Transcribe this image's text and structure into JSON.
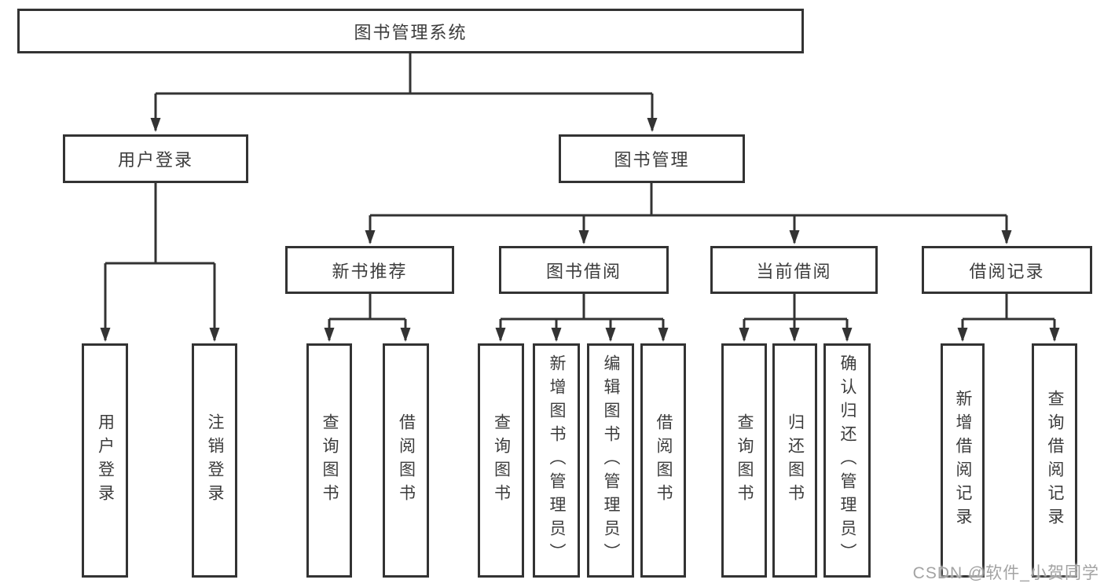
{
  "tree": {
    "root": {
      "label": "图书管理系统"
    },
    "branches": [
      {
        "label": "用户登录",
        "children": [
          {
            "label": "用户登录"
          },
          {
            "label": "注销登录"
          }
        ]
      },
      {
        "label": "图书管理",
        "children": [
          {
            "label": "新书推荐",
            "children": [
              {
                "label": "查询图书"
              },
              {
                "label": "借阅图书"
              }
            ]
          },
          {
            "label": "图书借阅",
            "children": [
              {
                "label": "查询图书"
              },
              {
                "label": "新增图书（管理员）"
              },
              {
                "label": "编辑图书（管理员）"
              },
              {
                "label": "借阅图书"
              }
            ]
          },
          {
            "label": "当前借阅",
            "children": [
              {
                "label": "查询图书"
              },
              {
                "label": "归还图书"
              },
              {
                "label": "确认归还（管理员）"
              }
            ]
          },
          {
            "label": "借阅记录",
            "children": [
              {
                "label": "新增借阅记录"
              },
              {
                "label": "查询借阅记录"
              }
            ]
          }
        ]
      }
    ]
  },
  "watermark": {
    "text": "CSDN @软件_小贺同学"
  },
  "colors": {
    "line": "#333333",
    "box_border": "#333333",
    "text": "#3c3c3c",
    "watermark": "#a3a3a3",
    "background": "#ffffff"
  }
}
